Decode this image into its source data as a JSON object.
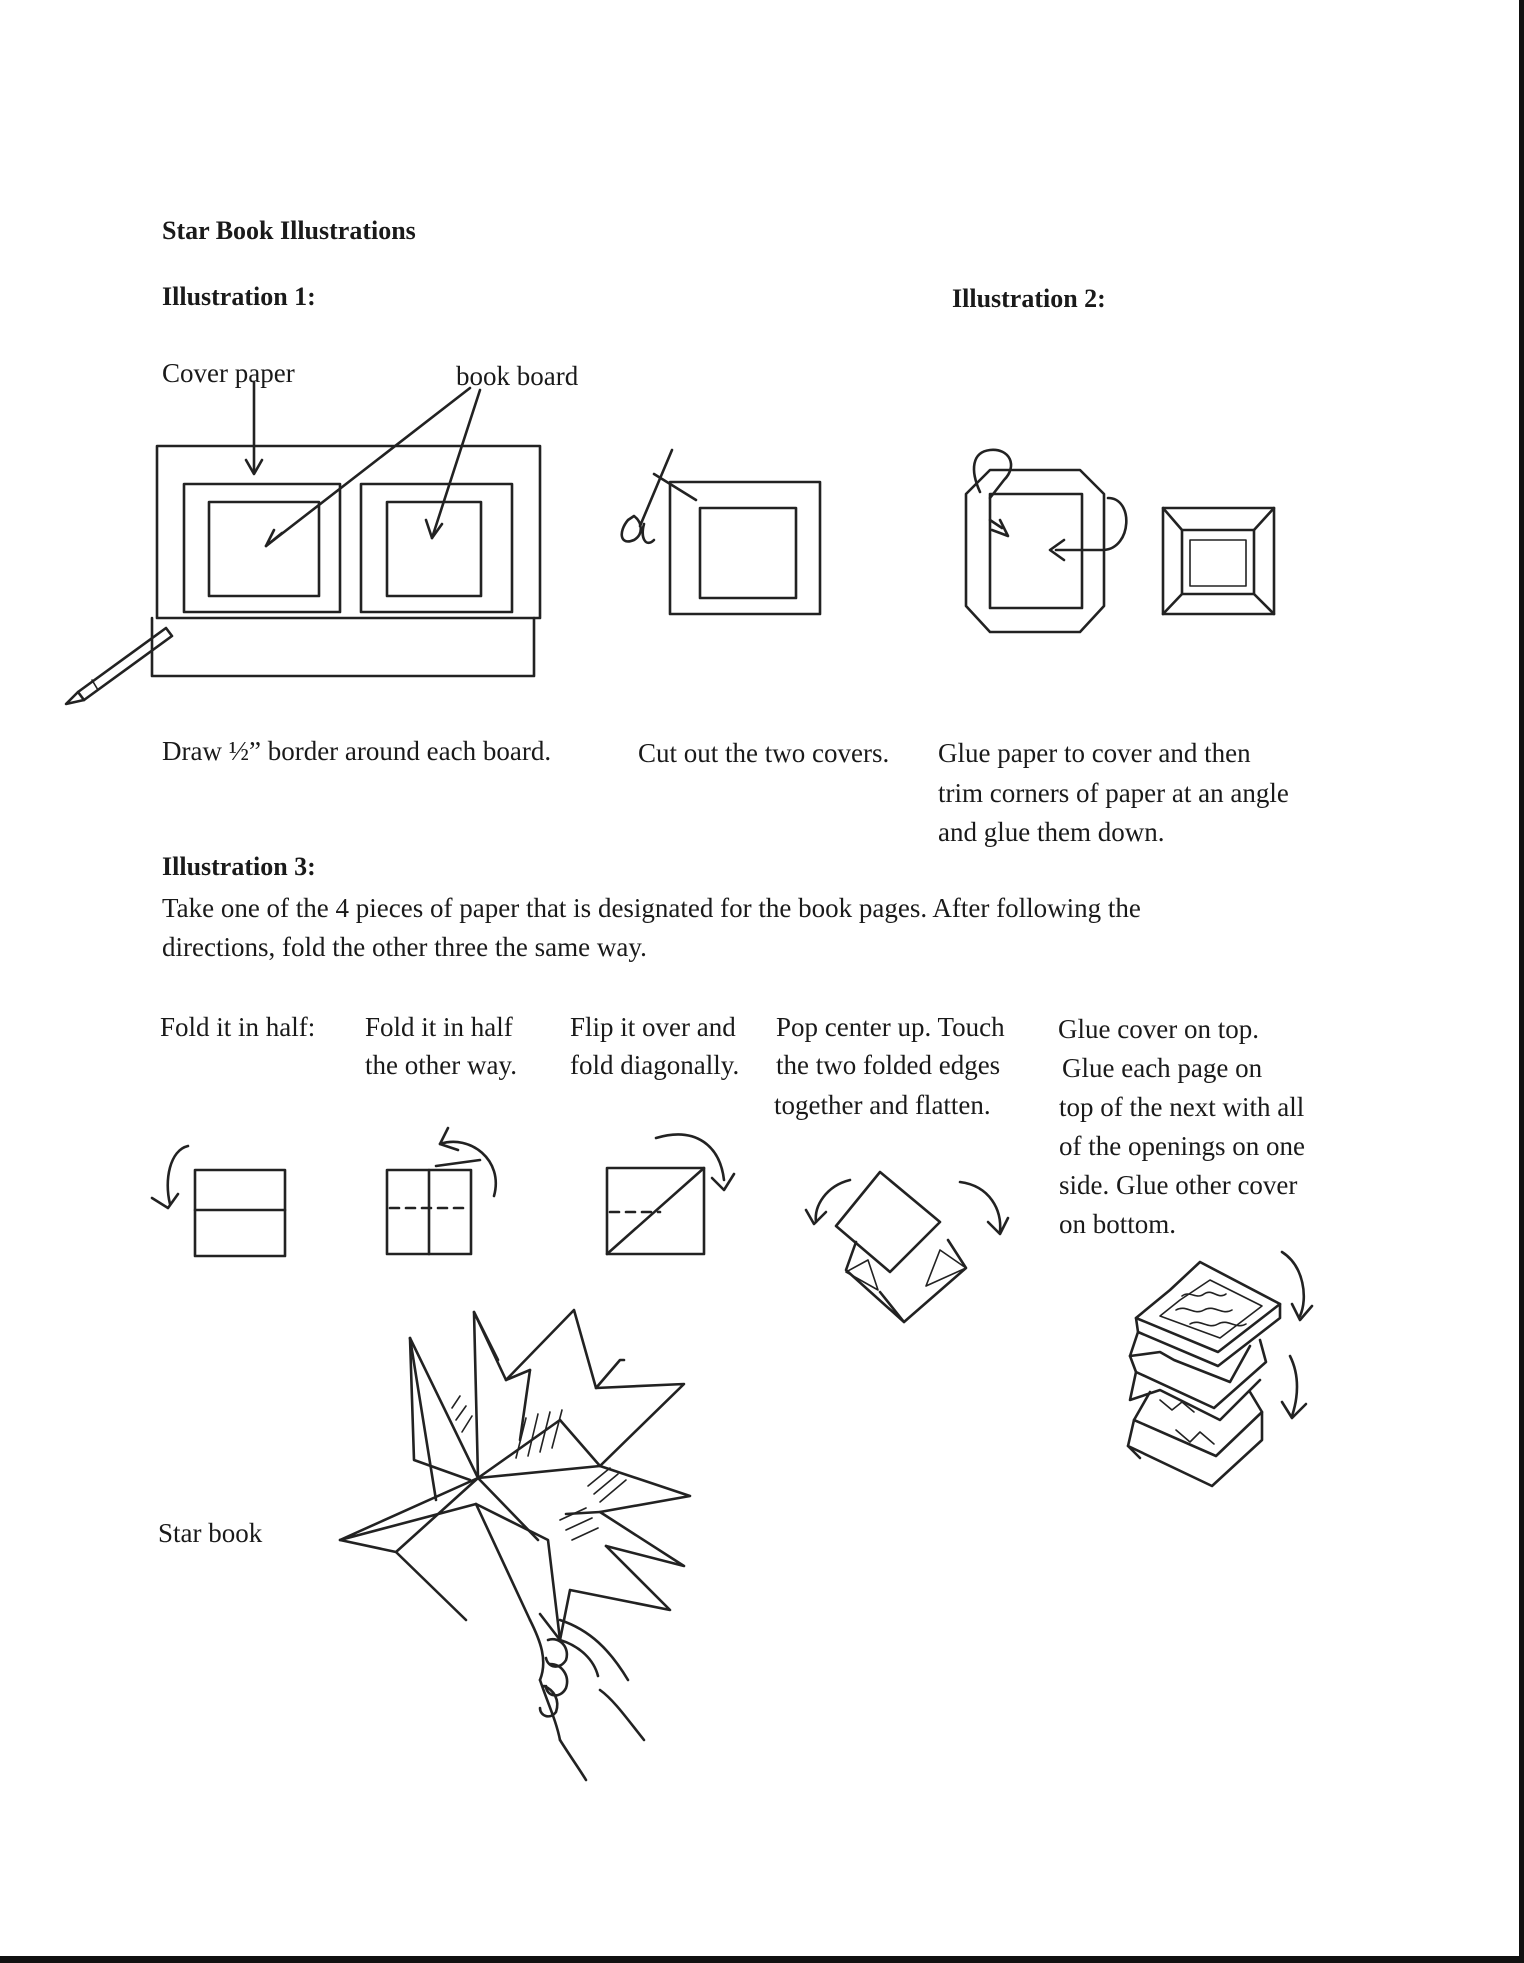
{
  "title": "Star Book Illustrations",
  "illustration1": {
    "heading": "Illustration 1:",
    "label_cover": "Cover paper",
    "label_board": "book board",
    "caption": "Draw ½” border around each board."
  },
  "illustration2": {
    "heading": "Illustration 2:",
    "caption_cut": "Cut out the two covers.",
    "caption_glue": [
      "Glue paper to cover and then",
      "trim corners of paper at an angle",
      "and glue them down."
    ]
  },
  "illustration3": {
    "heading": "Illustration 3:",
    "intro": [
      "Take one of the 4 pieces of paper that is designated for the book pages.  After following the",
      "directions, fold the other three the same way."
    ],
    "step1": [
      "Fold it in half:"
    ],
    "step2": [
      "Fold it in half",
      "the other way."
    ],
    "step3": [
      "Flip it over and",
      "fold diagonally."
    ],
    "step4": [
      "Pop center up. Touch",
      "the two folded edges",
      "together and flatten."
    ],
    "step5": [
      "Glue cover on top.",
      "Glue each page on",
      "top of the next with all",
      "of the openings on one",
      "side.  Glue other cover",
      "on bottom."
    ],
    "star_label": "Star book"
  },
  "drawings": {
    "pencil": "pencil-icon",
    "scissors": "scissors-icon",
    "star_book": "star-book-drawing"
  }
}
